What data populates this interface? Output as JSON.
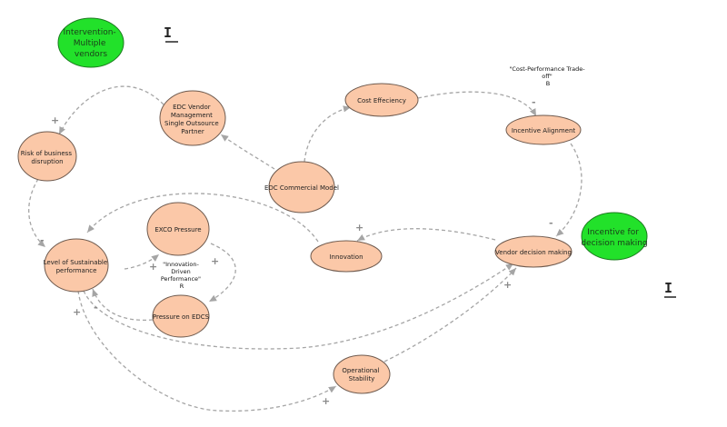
{
  "colors": {
    "variable_fill": "#fbc8a8",
    "variable_stroke": "#6e5a4e",
    "intervention_fill": "#22e12a",
    "intervention_stroke": "#1b7a1e",
    "link_stroke": "#a5a5a5",
    "polarity": "#8a8a8a"
  },
  "nodes": {
    "intervention": [
      "Intervention-",
      "Multiple",
      "vendors"
    ],
    "incentive_decision": [
      "Incentive for",
      "decision making"
    ],
    "edc_vendor_mgmt": [
      "EDC Vendor",
      "Management",
      "Single Outsource",
      "Partner"
    ],
    "cost_efficiency": [
      "Cost Effeciency"
    ],
    "incentive_alignment": [
      "Incentive Alignment"
    ],
    "risk_business": [
      "Risk of business",
      "disruption"
    ],
    "edc_commercial": [
      "EDC Commercial Model"
    ],
    "exco_pressure": [
      "EXCO Pressure"
    ],
    "level_sustainable": [
      "Level of Sustainable",
      "performance"
    ],
    "innovation": [
      "Innovation"
    ],
    "vendor_decision": [
      "Vendor decision making"
    ],
    "pressure_edcs": [
      "Pressure on EDCS"
    ],
    "operational_stability": [
      "Operational",
      "Stability"
    ]
  },
  "loops": {
    "cost_perf": [
      "\"Cost-Performance Trade-",
      "off\"",
      "B"
    ],
    "innovation_perf": [
      "\"Innovation-",
      "Driven",
      "Performance\"",
      "R"
    ]
  },
  "polarity": {
    "plus": "+",
    "minus": "-"
  },
  "cursor_icons": {
    "text_cursor_symbol": "I"
  }
}
